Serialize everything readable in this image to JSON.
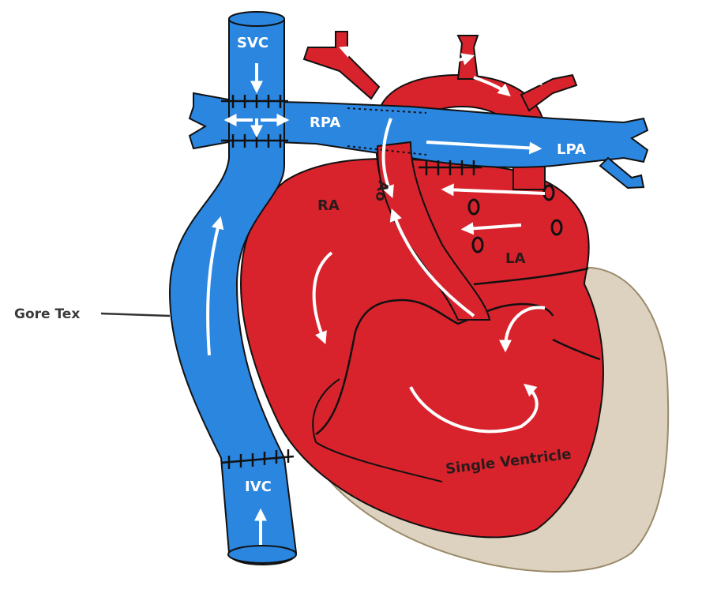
{
  "labels": {
    "svc": "SVC",
    "rpa": "RPA",
    "lpa": "LPA",
    "ra": "RA",
    "ao": "Ao",
    "la": "LA",
    "gore_tex": "Gore Tex",
    "ivc": "IVC",
    "single_ventricle": "Single Ventricle"
  },
  "colors": {
    "vein_blue": "#2b86e0",
    "heart_red": "#d8232c",
    "sac_tan": "#dcd2bf",
    "outline": "#111111",
    "arrow": "#ffffff"
  }
}
